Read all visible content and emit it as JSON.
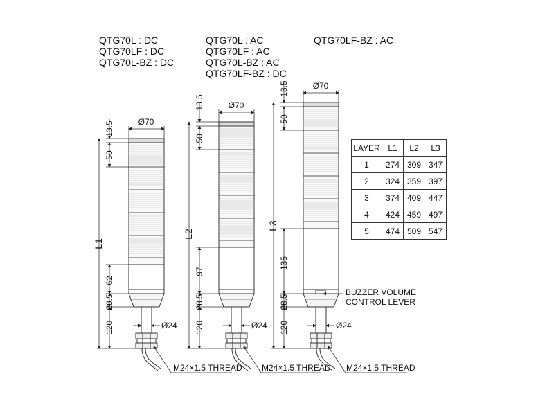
{
  "titles": {
    "col1": [
      "QTG70L : DC",
      "QTG70LF : DC",
      "QTG70L-BZ : DC"
    ],
    "col2": [
      "QTG70L : AC",
      "QTG70LF : AC",
      "QTG70L-BZ : AC",
      "QTG70LF-BZ : DC"
    ],
    "col3": [
      "QTG70LF-BZ : AC"
    ]
  },
  "dimensions": {
    "diameter_top": "Ø70",
    "diameter_stem": "Ø24",
    "dim_13_5": "13.5",
    "dim_50": "50",
    "dim_62": "62",
    "dim_97": "97",
    "dim_135": "135",
    "dim_28_5": "28.5",
    "dim_120": "120",
    "L1": "L1",
    "L2": "L2",
    "L3": "L3",
    "thread": "M24×1.5 THREAD"
  },
  "buzzer_note": [
    "BUZZER VOLUME",
    "CONTROL LEVER"
  ],
  "table": {
    "headers": [
      "LAYER",
      "L1",
      "L2",
      "L3"
    ],
    "rows": [
      [
        "1",
        "274",
        "309",
        "347"
      ],
      [
        "2",
        "324",
        "359",
        "397"
      ],
      [
        "3",
        "374",
        "409",
        "447"
      ],
      [
        "4",
        "424",
        "459",
        "497"
      ],
      [
        "5",
        "474",
        "509",
        "547"
      ]
    ]
  }
}
